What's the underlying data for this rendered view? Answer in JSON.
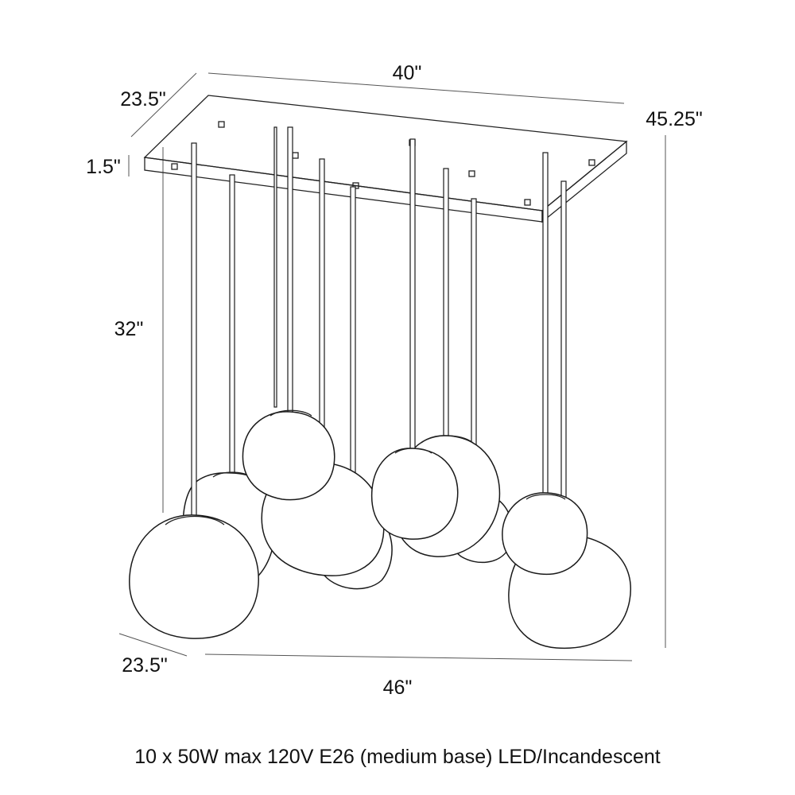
{
  "dimensions": {
    "top_width": "40\"",
    "top_depth": "23.5\"",
    "canopy_height": "1.5\"",
    "overall_height": "45.25\"",
    "drop_length": "32\"",
    "bottom_depth": "23.5\"",
    "bottom_width": "46\""
  },
  "spec_text": "10 x 50W max 120V E26 (medium base) LED/Incandescent"
}
